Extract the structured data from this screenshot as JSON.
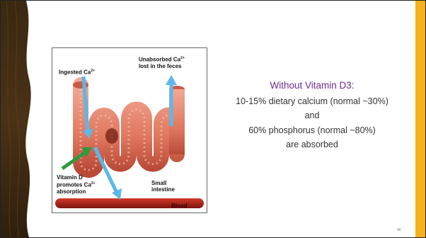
{
  "slide": {
    "heading": "Without Vitamin D3:",
    "lines": [
      "10-15% dietary calcium (normal ~30%)",
      "and",
      "60% phosphorus (normal ~80%)",
      "are absorbed"
    ],
    "page_number": "46"
  },
  "figure": {
    "ingested_label": "Ingested Ca",
    "unabsorbed_label_1": "Unabsorbed Ca",
    "unabsorbed_label_2": "lost in the feces",
    "vitd_label_1": "Vitamin D",
    "vitd_label_2": "promotes Ca",
    "vitd_label_3": "absorption",
    "small_label_1": "Small",
    "small_label_2": "intestine",
    "blood_label": "Blood",
    "superscript": "2+"
  },
  "colors": {
    "accent_strip": "#f6b21a",
    "heading_purple": "#6a2c8f",
    "wood_dark": "#3a2812",
    "wood_light": "#5b3e1c"
  }
}
